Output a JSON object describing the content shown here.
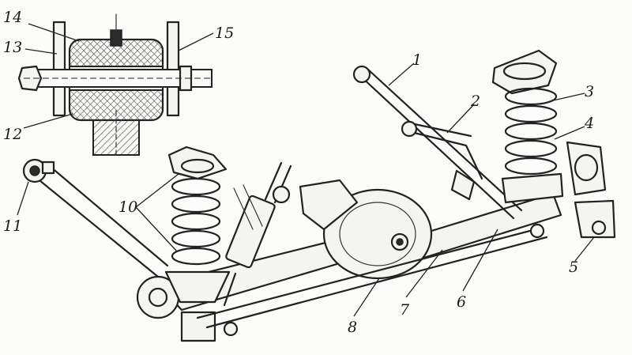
{
  "callouts": {
    "c1": "1",
    "c2": "2",
    "c3": "3",
    "c4": "4",
    "c5": "5",
    "c6": "6",
    "c7": "7",
    "c8": "8",
    "c10": "10",
    "c11": "11",
    "c12": "12",
    "c13": "13",
    "c14": "14",
    "c15": "15"
  }
}
